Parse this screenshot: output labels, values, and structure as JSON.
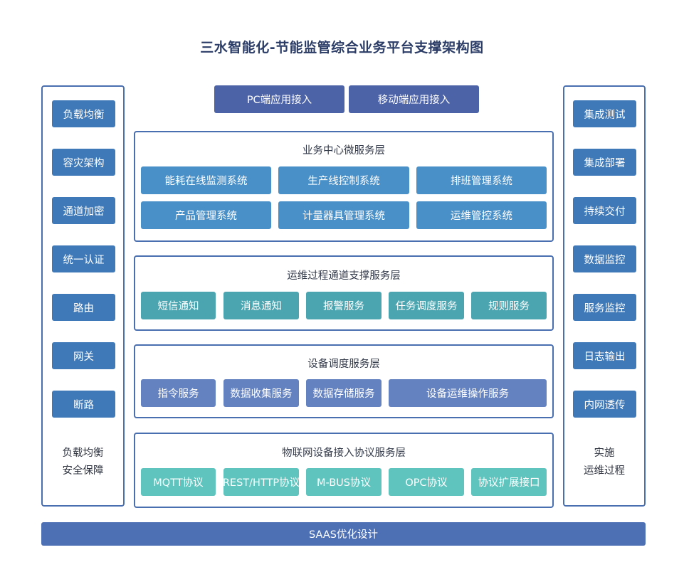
{
  "title": "三水智能化-节能监管综合业务平台支撑架构图",
  "left_panel": {
    "items": [
      "负载均衡",
      "容灾架构",
      "通道加密",
      "统一认证",
      "路由",
      "网关",
      "断路"
    ],
    "note_line1": "负载均衡",
    "note_line2": "安全保障"
  },
  "right_panel": {
    "items": [
      "集成测试",
      "集成部署",
      "持续交付",
      "数据监控",
      "服务监控",
      "日志输出",
      "内网透传"
    ],
    "note_line1": "实施",
    "note_line2": "运维过程"
  },
  "access": {
    "pc": "PC端应用接入",
    "mobile": "移动端应用接入"
  },
  "business_layer": {
    "title": "业务中心微服务层",
    "items": [
      "能耗在线监测系统",
      "生产线控制系统",
      "排班管理系统",
      "产品管理系统",
      "计量器具管理系统",
      "运维管控系统"
    ]
  },
  "ops_layer": {
    "title": "运维过程通道支撑服务层",
    "items": [
      "短信通知",
      "消息通知",
      "报警服务",
      "任务调度服务",
      "规则服务"
    ]
  },
  "device_layer": {
    "title": "设备调度服务层",
    "items": [
      "指令服务",
      "数据收集服务",
      "数据存储服务",
      "设备运维操作服务"
    ]
  },
  "iot_layer": {
    "title": "物联网设备接入协议服务层",
    "items": [
      "MQTT协议",
      "REST/HTTP协议",
      "M-BUS协议",
      "OPC协议",
      "协议扩展接口"
    ]
  },
  "bottom_bar": "SAAS优化设计"
}
